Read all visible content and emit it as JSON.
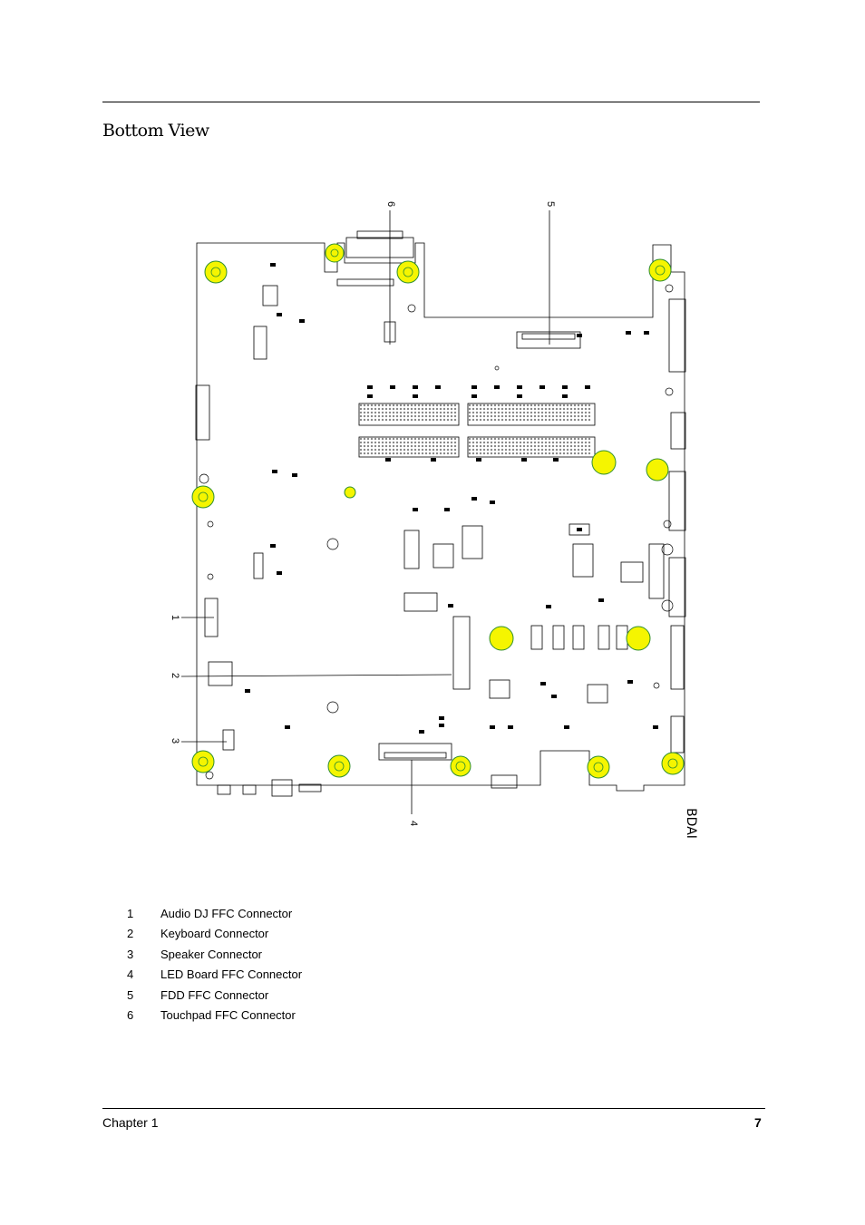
{
  "section_title": "Bottom View",
  "board_code": "BDAI",
  "callouts": [
    "1",
    "2",
    "3",
    "4",
    "5",
    "6"
  ],
  "legend": [
    {
      "num": "1",
      "label": "Audio DJ FFC Connector"
    },
    {
      "num": "2",
      "label": "Keyboard Connector"
    },
    {
      "num": "3",
      "label": "Speaker Connector"
    },
    {
      "num": "4",
      "label": "LED Board FFC Connector"
    },
    {
      "num": "5",
      "label": "FDD FFC Connector"
    },
    {
      "num": "6",
      "label": "Touchpad FFC Connector"
    }
  ],
  "footer": {
    "chapter": "Chapter 1",
    "page": "7"
  },
  "colors": {
    "mount_fill": "#f5f500",
    "mount_ring": "#2f8f2f",
    "line": "#000000"
  }
}
